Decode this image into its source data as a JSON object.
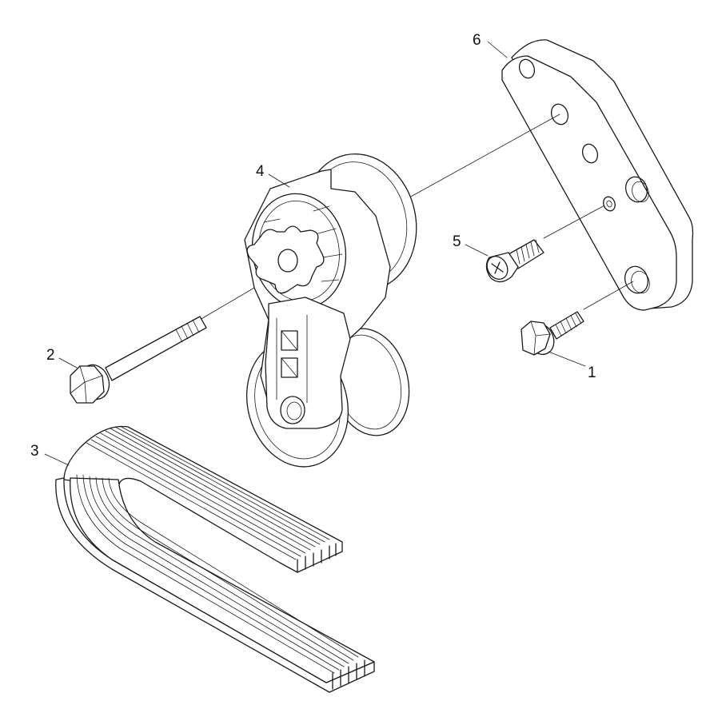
{
  "diagram": {
    "callouts": [
      {
        "id": "bolt-flange",
        "label": "1"
      },
      {
        "id": "long-bolt",
        "label": "2"
      },
      {
        "id": "belt",
        "label": "3"
      },
      {
        "id": "tensioner",
        "label": "4"
      },
      {
        "id": "screw",
        "label": "5"
      },
      {
        "id": "bracket",
        "label": "6"
      }
    ],
    "colors": {
      "line": "#1a1a1a",
      "background": "#ffffff"
    }
  }
}
